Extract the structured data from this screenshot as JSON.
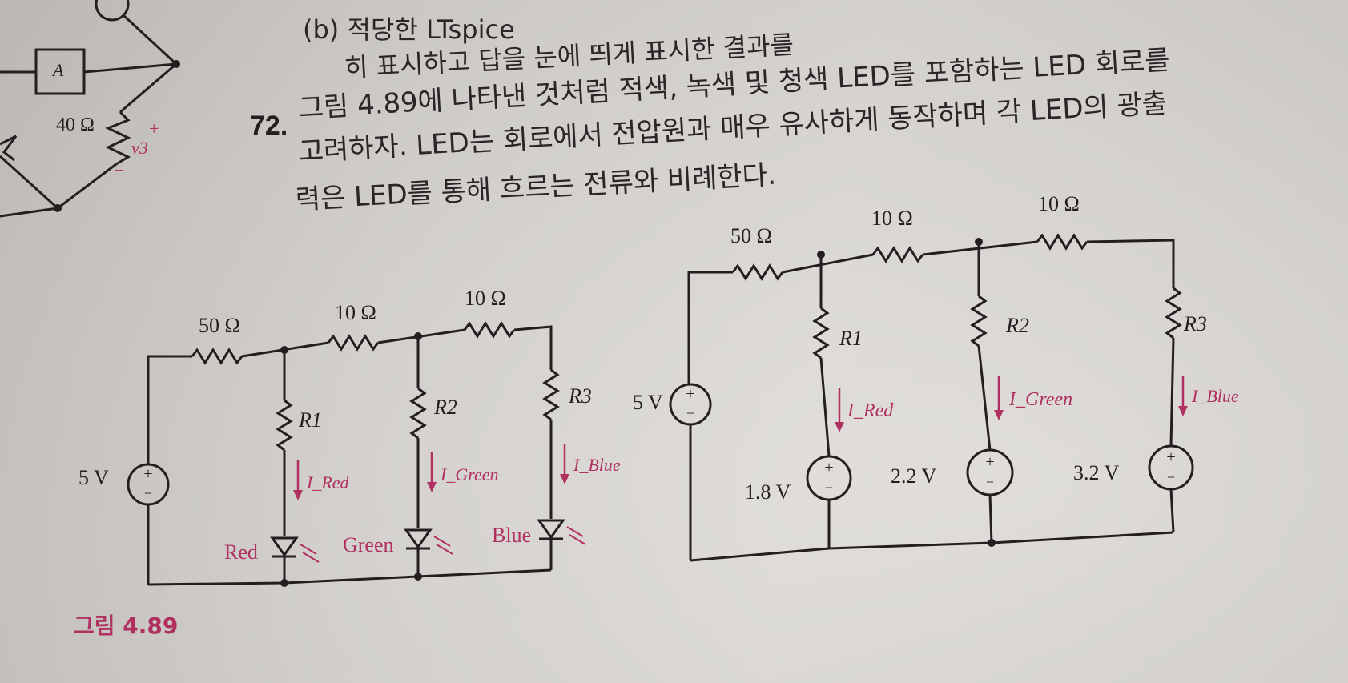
{
  "page": {
    "line_b": "(b) 적당한 LTspice",
    "line_b2": "히 표시하고 답을 눈에 띄게 표시한 결과를",
    "problem_number": "72.",
    "problem_line1": "그림 4.89에 나타낸 것처럼 적색, 녹색 및 청색 LED를 포함하는 LED 회로를",
    "problem_line2": "고려하자. LED는 회로에서 전압원과 매우 유사하게 동작하며 각 LED의 광출",
    "problem_line3": "력은 LED를 통해 흐르는 전류와 비례한다.",
    "figure_caption": "그림 4.89"
  },
  "top_left_fragment": {
    "ammeter_label": "A",
    "resistor_label": "40 Ω",
    "voltage_label": "v3",
    "plus": "+",
    "minus": "−"
  },
  "circuit_left": {
    "source": "5 V",
    "r_series": "50 Ω",
    "r_mid1": "10 Ω",
    "r_mid2": "10 Ω",
    "branches": [
      {
        "resistor": "R1",
        "current": "I_Red",
        "led": "Red"
      },
      {
        "resistor": "R2",
        "current": "I_Green",
        "led": "Green"
      },
      {
        "resistor": "R3",
        "current": "I_Blue",
        "led": "Blue"
      }
    ]
  },
  "circuit_right": {
    "source": "5 V",
    "r_series": "50 Ω",
    "r_mid1": "10 Ω",
    "r_mid2": "10 Ω",
    "branches": [
      {
        "resistor": "R1",
        "current": "I_Red",
        "source": "1.8 V"
      },
      {
        "resistor": "R2",
        "current": "I_Green",
        "source": "2.2 V"
      },
      {
        "resistor": "R3",
        "current": "I_Blue",
        "source": "3.2 V"
      }
    ]
  },
  "colors": {
    "accent": "#b03060",
    "ink": "#231f20"
  }
}
